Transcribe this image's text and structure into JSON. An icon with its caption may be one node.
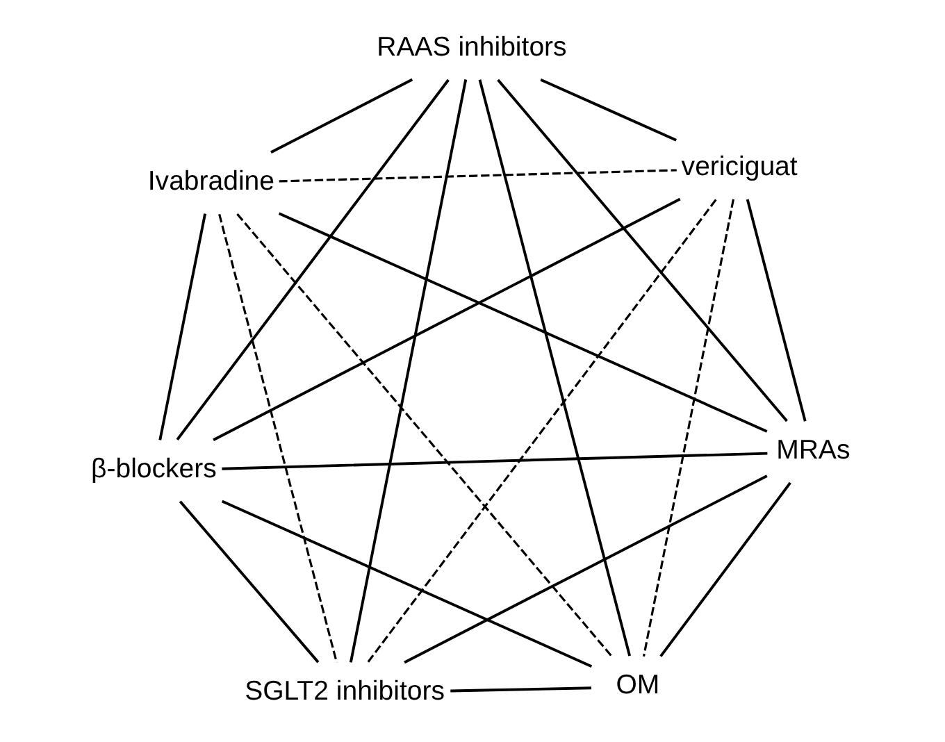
{
  "diagram": {
    "nodes": [
      {
        "text": [
          "RAAS inhibitors"
        ]
      },
      {
        "text": [
          "Ivabradine"
        ]
      },
      {
        "text": [
          "vericiguat"
        ]
      },
      {
        "text": [
          "β-blockers"
        ]
      },
      {
        "text": [
          "MRAs"
        ]
      },
      {
        "text": [
          "SGLT2 inhibitors"
        ]
      },
      {
        "text": [
          "OM"
        ]
      }
    ],
    "edges": [
      {
        "from": 0,
        "to": 2,
        "arrow": "none"
      },
      {
        "from": 2,
        "to": 4,
        "arrow": "none"
      },
      {
        "from": 4,
        "to": 6,
        "arrow": "none"
      },
      {
        "from": 6,
        "to": 5,
        "arrow": "none"
      },
      {
        "from": 5,
        "to": 3,
        "arrow": "none"
      },
      {
        "from": 3,
        "to": 1,
        "arrow": "none"
      },
      {
        "from": 1,
        "to": 0,
        "arrow": "none"
      },
      {
        "from": 0,
        "to": 3,
        "arrow": "none"
      },
      {
        "from": 0,
        "to": 4,
        "arrow": "none"
      },
      {
        "from": 0,
        "to": 5,
        "arrow": "none"
      },
      {
        "from": 0,
        "to": 6,
        "arrow": "none"
      },
      {
        "from": 1,
        "to": 2,
        "arrow": "none",
        "style": "dashed"
      },
      {
        "from": 1,
        "to": 4,
        "arrow": "none"
      },
      {
        "from": 1,
        "to": 5,
        "arrow": "none",
        "style": "dashed"
      },
      {
        "from": 1,
        "to": 6,
        "arrow": "none",
        "style": "dashed"
      },
      {
        "from": 2,
        "to": 3,
        "arrow": "none"
      },
      {
        "from": 2,
        "to": 5,
        "arrow": "none",
        "style": "dashed"
      },
      {
        "from": 2,
        "to": 6,
        "arrow": "none",
        "style": "dashed"
      },
      {
        "from": 3,
        "to": 4,
        "arrow": "none"
      },
      {
        "from": 3,
        "to": 6,
        "arrow": "none"
      },
      {
        "from": 4,
        "to": 5,
        "arrow": "none"
      }
    ]
  }
}
